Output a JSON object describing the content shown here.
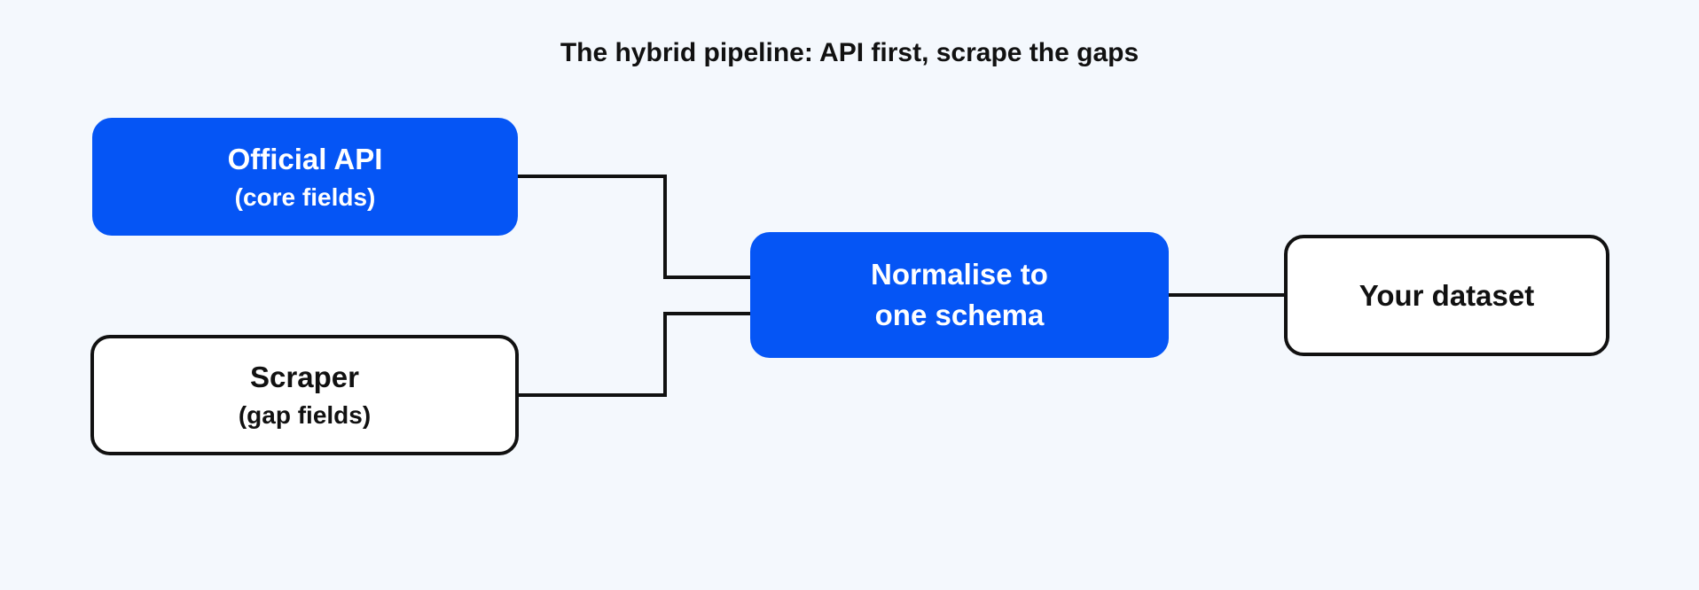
{
  "title": "The hybrid pipeline: API first, scrape the gaps",
  "nodes": {
    "api": {
      "label": "Official API",
      "sublabel": "(core fields)"
    },
    "scraper": {
      "label": "Scraper",
      "sublabel": "(gap fields)"
    },
    "normalise": {
      "line1": "Normalise to",
      "line2": "one schema"
    },
    "dataset": {
      "label": "Your dataset"
    }
  },
  "colors": {
    "background": "#f4f8fd",
    "accent": "#0555f5",
    "outline": "#111111",
    "text_on_accent": "#ffffff"
  }
}
